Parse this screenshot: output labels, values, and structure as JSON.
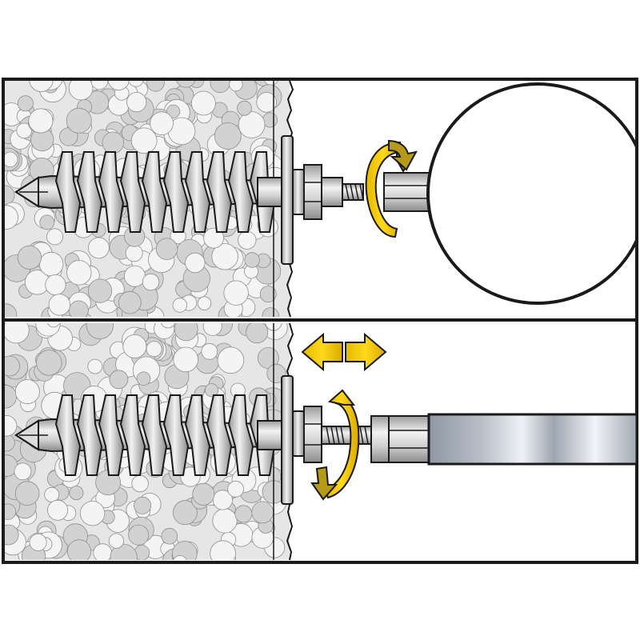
{
  "figure": {
    "panels": [
      {
        "id": "top",
        "pipe_shape": "round-pipe-end-view",
        "arrows": [
          "rotate-clockwise-arrow"
        ]
      },
      {
        "id": "bottom",
        "pipe_shape": "pipe-side-view",
        "arrows": [
          "double-horizontal-arrow",
          "rotate-adjust-arrow"
        ]
      }
    ],
    "colors": {
      "outline": "#1a1a1a",
      "insulation_bg": "#e6e6e6",
      "pellet_light": "#f4f4f4",
      "pellet_mid": "#d2d2d2",
      "metal_light": "#f2f2f2",
      "metal_mid": "#c8c8c8",
      "metal_dark": "#8c8c8c",
      "arrow_fill": "#f2c500",
      "arrow_dark": "#8a6f00",
      "pipe_light": "#f0f3f7",
      "pipe_dark": "#7f8793"
    }
  }
}
